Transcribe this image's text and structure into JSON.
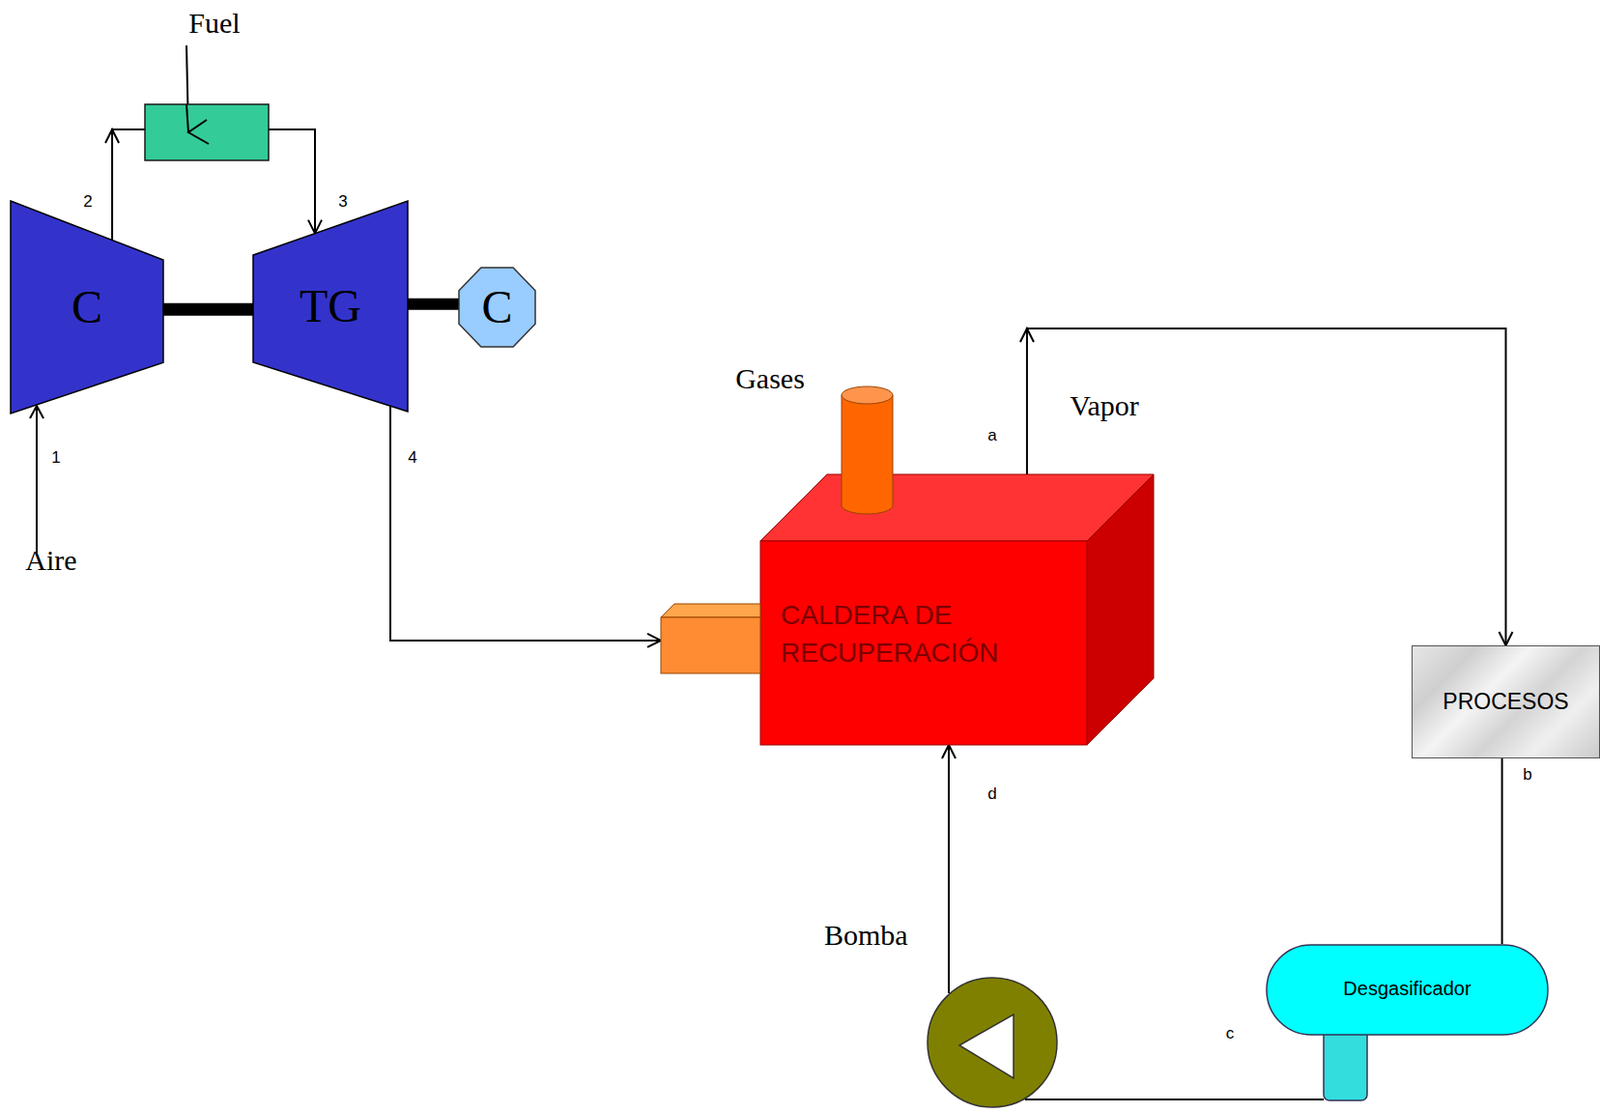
{
  "diagram": {
    "nodes": [
      {
        "text": [
          "C"
        ]
      },
      {
        "text": [
          "TG"
        ]
      },
      {
        "text": [
          "C"
        ]
      },
      {
        "text": [
          "CALDERA DE RECUPERACIÓN"
        ]
      },
      {
        "text": [
          "PROCESOS"
        ]
      },
      {
        "text": [
          "Bomba"
        ]
      },
      {
        "text": [
          "Desgasificador"
        ]
      }
    ],
    "edges": [
      {
        "from": 0,
        "to": 1,
        "arrow": "none"
      },
      {
        "from": 0,
        "to": 1,
        "arrow": "to"
      },
      {
        "from": 1,
        "to": 2,
        "arrow": "none"
      },
      {
        "from": 1,
        "to": 3,
        "arrow": "to"
      },
      {
        "from": 3,
        "to": 4,
        "arrow": "to",
        "label": "Vapor"
      },
      {
        "from": 4,
        "to": 6,
        "arrow": "none"
      },
      {
        "from": 6,
        "to": 5,
        "arrow": "none"
      },
      {
        "from": 5,
        "to": 3,
        "arrow": "to"
      }
    ],
    "labels": [
      "Fuel",
      "2",
      "3",
      "1",
      "4",
      "Aire",
      "Gases",
      "a",
      "b",
      "c",
      "d"
    ]
  }
}
